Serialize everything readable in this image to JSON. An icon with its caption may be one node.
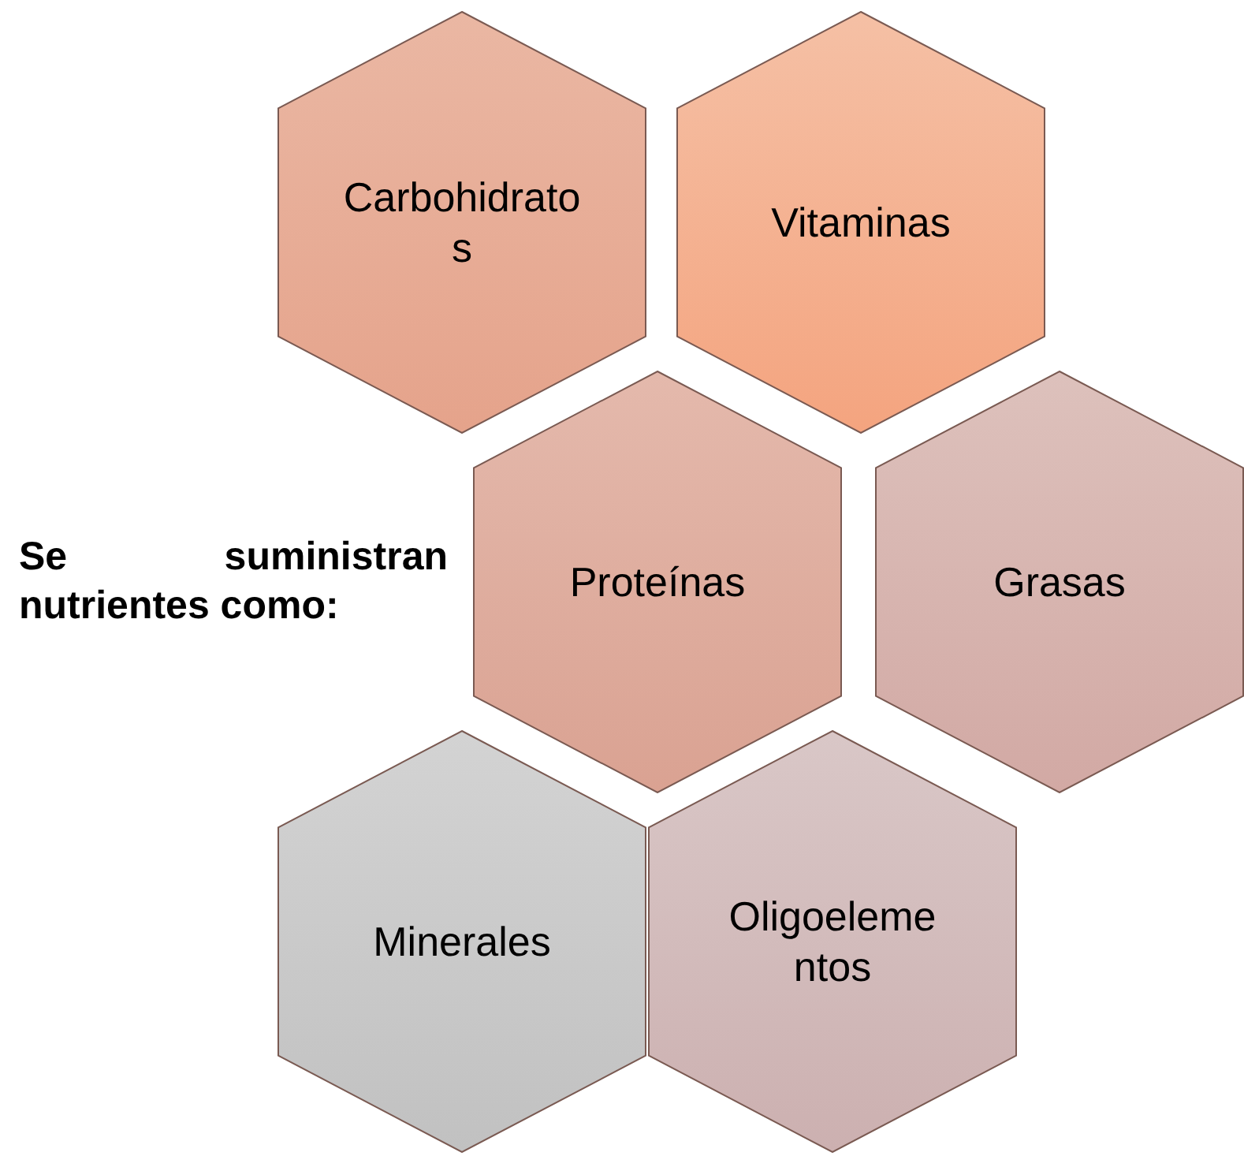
{
  "diagram": {
    "nodes": [
      {
        "text": [
          "Carbohidratos"
        ]
      },
      {
        "text": [
          "Vitaminas"
        ]
      },
      {
        "text": [
          "Proteínas"
        ]
      },
      {
        "text": [
          "Grasas"
        ]
      },
      {
        "text": [
          "Minerales"
        ]
      },
      {
        "text": [
          "Oligoelementos"
        ]
      }
    ],
    "edges": [],
    "labels": [
      "Se suministran nutrientes como:"
    ]
  }
}
